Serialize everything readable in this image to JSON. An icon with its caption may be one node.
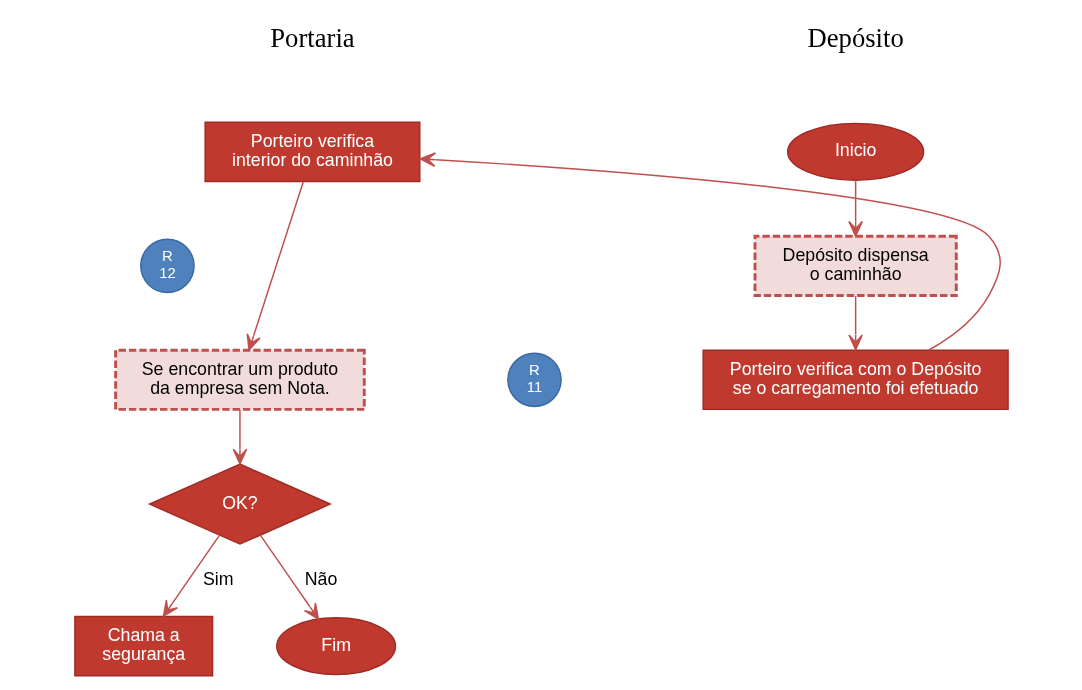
{
  "diagram": {
    "nodes": [
      {
        "text": [
          "Porteiro verifica interior do caminhão"
        ]
      },
      {
        "text": [
          "R 12"
        ]
      },
      {
        "text": [
          "Se encontrar um produto da empresa sem Nota."
        ]
      },
      {
        "text": [
          "Chama a segurança"
        ]
      },
      {
        "text": [
          "OK?"
        ]
      },
      {
        "text": [
          "Fim"
        ]
      },
      {
        "text": [
          "Inicio"
        ]
      },
      {
        "text": [
          "Depósito dispensa o caminhão"
        ]
      },
      {
        "text": [
          "R 11"
        ]
      },
      {
        "text": [
          "Porteiro verifica com o Depósito se o carregamento foi efetuado"
        ]
      }
    ],
    "edges": [
      {
        "from": 6,
        "to": 7,
        "arrow": "to"
      },
      {
        "from": 7,
        "to": 9,
        "arrow": "to"
      },
      {
        "from": 9,
        "to": 0,
        "arrow": "to"
      },
      {
        "from": 0,
        "to": 2,
        "arrow": "to"
      },
      {
        "from": 2,
        "to": 4,
        "arrow": "to"
      },
      {
        "from": 4,
        "to": 3,
        "label": "Sim",
        "arrow": "to"
      },
      {
        "from": 4,
        "to": 5,
        "label": "Não",
        "arrow": "to"
      }
    ],
    "labels": [
      "Portaria",
      "Depósito"
    ]
  }
}
